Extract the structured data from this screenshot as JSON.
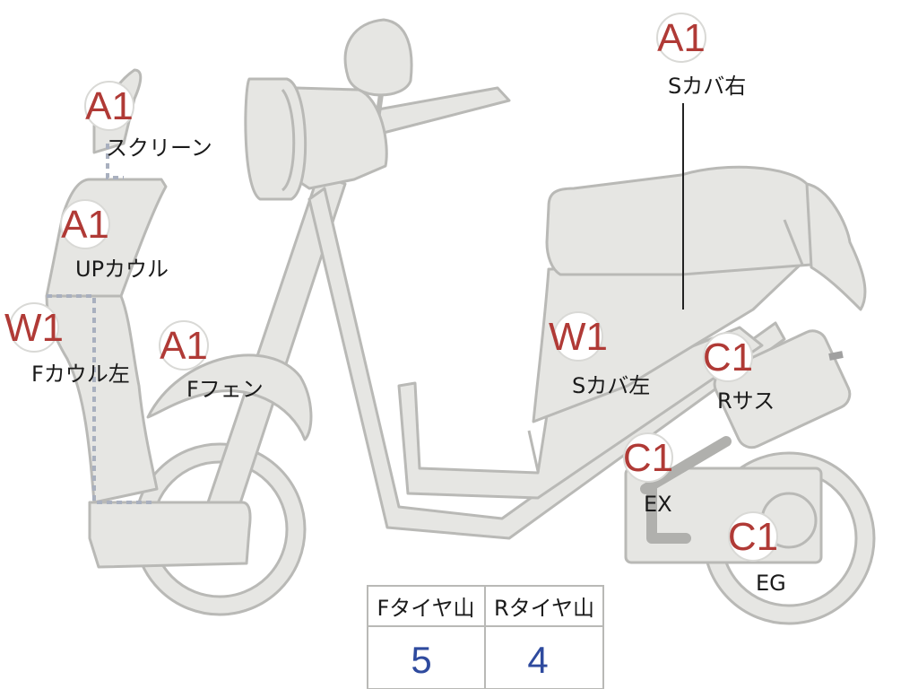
{
  "labels": {
    "screen": {
      "grade": "A1",
      "part": "スクリーン"
    },
    "up_cowl": {
      "grade": "A1",
      "part": "UPカウル"
    },
    "f_cowl_l": {
      "grade": "W1",
      "part": "Fカウル左"
    },
    "f_fender": {
      "grade": "A1",
      "part": "Fフェン"
    },
    "s_cover_r": {
      "grade": "A1",
      "part": "Sカバ右"
    },
    "s_cover_l": {
      "grade": "W1",
      "part": "Sカバ左"
    },
    "r_sus": {
      "grade": "C1",
      "part": "Rサス"
    },
    "ex": {
      "grade": "C1",
      "part": "EX"
    },
    "eg": {
      "grade": "C1",
      "part": "EG"
    }
  },
  "tire_table": {
    "headers": [
      "Fタイヤ山",
      "Rタイヤ山"
    ],
    "values": [
      "5",
      "4"
    ]
  },
  "colors": {
    "grade_text": "#b03a36",
    "body_fill": "#e6e6e3",
    "body_stroke": "#b9b9b6",
    "badge_fill": "#ffffff",
    "badge_stroke": "#d9d9d6",
    "dotted_line": "#a9b0bf",
    "table_value": "#2e4a9e"
  }
}
